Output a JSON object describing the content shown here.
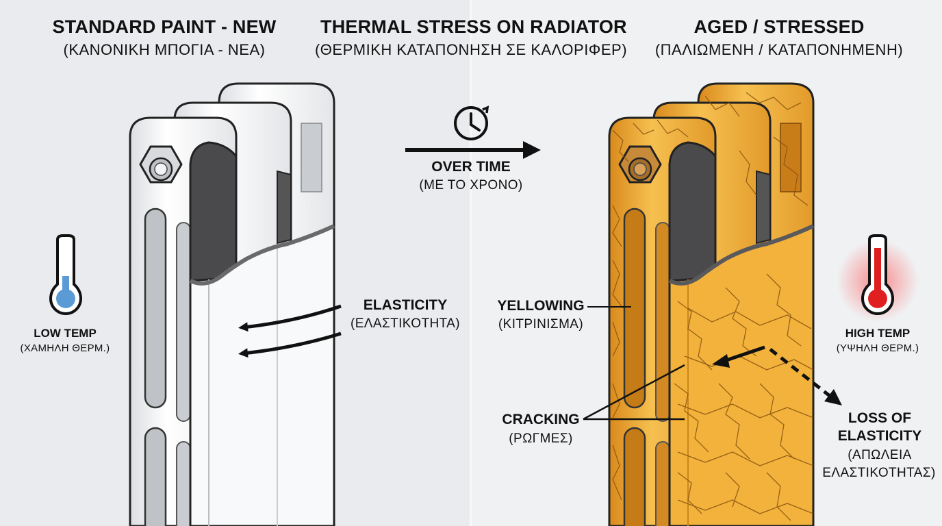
{
  "headers": {
    "left": {
      "title": "STANDARD PAINT - NEW",
      "subtitle": "(ΚΑΝΟΝΙΚΗ ΜΠΟΓΙΑ - ΝΕΑ)"
    },
    "center": {
      "title": "THERMAL STRESS ON RADIATOR",
      "subtitle": "(ΘΕΡΜΙΚΗ ΚΑΤΑΠΟΝΗΣΗ ΣΕ ΚΑΛΟΡΙΦΕΡ)"
    },
    "right": {
      "title": "AGED / STRESSED",
      "subtitle": "(ΠΑΛΙΩΜΕΝΗ / ΚΑΤΑΠΟΝΗΜΕΝΗ)"
    }
  },
  "over_time": {
    "label": "OVER TIME",
    "sublabel": "(ΜΕ ΤΟ ΧΡΟΝΟ)",
    "icon": "clock-icon"
  },
  "low_temp": {
    "label": "LOW TEMP",
    "sublabel": "(ΧΑΜΗΛΗ ΘΕΡΜ.)",
    "icon": "thermometer-icon",
    "color": "#5b9bd5"
  },
  "high_temp": {
    "label": "HIGH TEMP",
    "sublabel": "(ΥΨΗΛΗ ΘΕΡΜ.)",
    "icon": "thermometer-icon",
    "color": "#e02020"
  },
  "callouts": {
    "elasticity": {
      "label": "ELASTICITY",
      "sublabel": "(ΕΛΑΣΤΙΚΟΤΗΤΑ)"
    },
    "yellowing": {
      "label": "YELLOWING",
      "sublabel": "(ΚΙΤΡΙΝΙΣΜΑ)"
    },
    "cracking": {
      "label": "CRACKING",
      "sublabel": "(ΡΩΓΜΕΣ)"
    },
    "loss_of_elasticity": {
      "label1": "LOSS OF",
      "label2": "ELASTICITY",
      "sublabel1": "(ΑΠΩΛΕΙΑ",
      "sublabel2": "ΕΛΑΣΤΙΚΟΤΗΤΑΣ)"
    }
  },
  "colors": {
    "new_paint": "#ffffff",
    "aged_paint": "#f2b23c",
    "aged_paint_dark": "#d98a1c",
    "metal": "#4a4a4c"
  }
}
